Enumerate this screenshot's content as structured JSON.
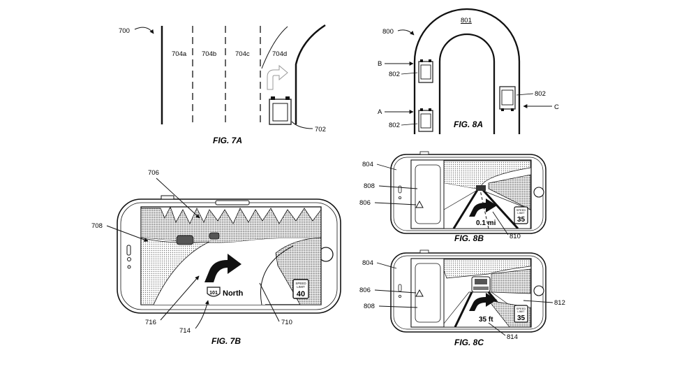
{
  "figures": {
    "fig7a": "FIG. 7A",
    "fig7b": "FIG. 7B",
    "fig8a": "FIG. 8A",
    "fig8b": "FIG. 8B",
    "fig8c": "FIG. 8C"
  },
  "fig7a": {
    "ref_main": "700",
    "lanes": [
      "704a",
      "704b",
      "704c",
      "704d"
    ],
    "ref_vehicle": "702"
  },
  "fig8a": {
    "ref_main": "800",
    "ref_road": "801",
    "ref_vehicle": "802",
    "arrows": {
      "a": "A",
      "b": "B",
      "c": "C"
    }
  },
  "fig7b": {
    "refs": {
      "scene": "706",
      "screen": "708",
      "route": "716",
      "shield": "714",
      "road": "710"
    },
    "route_number": "101",
    "direction": "North",
    "speed_sign": {
      "line1": "SPEED",
      "line2": "LIMIT",
      "value": "40"
    }
  },
  "fig8b": {
    "refs": {
      "device": "804",
      "panel": "808",
      "position": "806",
      "guidance": "810"
    },
    "distance": "0.1 mi",
    "speed_sign": {
      "line1": "SPEED",
      "line2": "LIMIT",
      "value": "35"
    }
  },
  "fig8c": {
    "refs": {
      "device": "804",
      "position": "806",
      "panel": "808",
      "lane": "812",
      "guidance": "814"
    },
    "distance": "35 ft",
    "speed_sign": {
      "line1": "SPEED",
      "line2": "LIMIT",
      "value": "35"
    }
  }
}
